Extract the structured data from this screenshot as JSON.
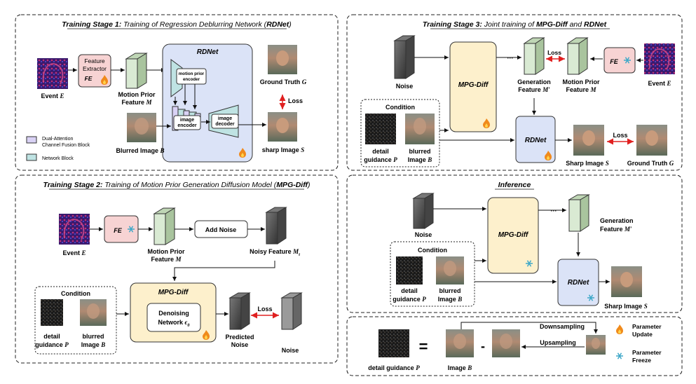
{
  "stage1": {
    "title_prefix": "Training Stage 1:",
    "title_body": " Training of Regression Deblurring Network (",
    "title_bold": "RDNet",
    "title_suffix": ")",
    "event_label": "Event ",
    "event_sym": "E",
    "fe_line1": "Feature",
    "fe_line2": "Extractor",
    "fe_short": "FE",
    "mpf_line1": "Motion Prior",
    "mpf_line2": "Feature ",
    "mpf_sym": "M",
    "rdnet_title": "RDNet",
    "mp_encoder_line1": "motion prior",
    "mp_encoder_line2": "encoder",
    "img_encoder_line1": "image",
    "img_encoder_line2": "encoder",
    "img_decoder_line1": "image",
    "img_decoder_line2": "decoder",
    "gt_label": "Ground Truth ",
    "gt_sym": "G",
    "loss": "Loss",
    "sharp_label": "sharp Image ",
    "sharp_sym": "S",
    "blurred_label": "Blurred Image ",
    "blurred_sym": "B",
    "legend_dual_line1": "Dual-Attention",
    "legend_dual_line2": "Channel Fusion Block",
    "legend_network": "Network Block"
  },
  "stage2": {
    "title_prefix": "Training Stage 2:",
    "title_body": "  Training of Motion Prior Generation Diffusion Model (",
    "title_bold": "MPG-Diff",
    "title_suffix": ")",
    "fe_short": "FE",
    "event_label": "Event ",
    "event_sym": "E",
    "mpf_line1": "Motion Prior",
    "mpf_line2": "Feature ",
    "mpf_sym": "M",
    "add_noise": "Add Noise",
    "noisy_label": "Noisy Feature ",
    "noisy_sym": "M",
    "noisy_sub": "t",
    "condition": "Condition",
    "detail_line1": "detail",
    "detail_line2": "guidance ",
    "detail_sym": "P",
    "blurred_line1": "blurred",
    "blurred_line2": "Image ",
    "blurred_sym": "B",
    "mpg_title": "MPG-Diff",
    "denoise_line1": "Denoising",
    "denoise_line2": "Network ",
    "denoise_sym": "ϵ",
    "denoise_sub": "θ",
    "loss": "Loss",
    "pred_line1": "Predicted",
    "pred_line2": "Noise",
    "noise": "Noise"
  },
  "stage3": {
    "title_prefix": "Training Stage 3:",
    "title_body": " Joint training of ",
    "title_bold1": "MPG-Diff",
    "title_mid": " and ",
    "title_bold2": "RDNet",
    "noise": "Noise",
    "mpg_title": "MPG-Diff",
    "dots": "···",
    "gen_line1": "Generation",
    "gen_line2": "Feature ",
    "gen_sym": "M′",
    "loss": "Loss",
    "mpf_line1": "Motion Prior",
    "mpf_line2": "Feature ",
    "mpf_sym": "M",
    "fe_short": "FE",
    "event_label": "Event ",
    "event_sym": "E",
    "condition": "Condition",
    "detail_line1": "detail",
    "detail_line2": "guidance ",
    "detail_sym": "P",
    "blurred_line1": "blurred",
    "blurred_line2": "Image ",
    "blurred_sym": "B",
    "rdnet": "RDNet",
    "sharp_label": "Sharp Image ",
    "sharp_sym": "S",
    "loss2": "Loss",
    "gt_label": "Ground Truth ",
    "gt_sym": "G"
  },
  "inference": {
    "title": "Inference",
    "noise": "Noise",
    "mpg_title": "MPG-Diff",
    "dots": "···",
    "gen_line1": "Generation",
    "gen_line2": "Feature ",
    "gen_sym": "M′",
    "condition": "Condition",
    "detail_line1": "detail",
    "detail_line2": "guidance ",
    "detail_sym": "P",
    "blurred_line1": "blurred",
    "blurred_line2": "Image ",
    "blurred_sym": "B",
    "rdnet": "RDNet",
    "sharp_label": "Sharp Image ",
    "sharp_sym": "S"
  },
  "detail_box": {
    "detail_label": "detail guidance ",
    "detail_sym": "P",
    "equals": "=",
    "minus": "-",
    "image_label": "Image ",
    "image_sym": "B",
    "down": "Downsampling",
    "up": "Upsampling"
  },
  "legend": {
    "param_update_line1": "Parameter",
    "param_update_line2": "Update",
    "param_freeze_line1": "Parameter",
    "param_freeze_line2": "Freeze"
  },
  "colors": {
    "rdnet_fill": "#dbe3f7",
    "mpg_fill": "#fdf0cc",
    "fe_fill": "#f7d3d3",
    "feature_fill": "#d9ead3",
    "noise_fill": "#555555",
    "dual_block": "#d9d2f5",
    "network_block": "#bfe3e3",
    "loss_arrow": "#e02020",
    "fire": "#f08a1c",
    "snow": "#3fa8c8"
  }
}
